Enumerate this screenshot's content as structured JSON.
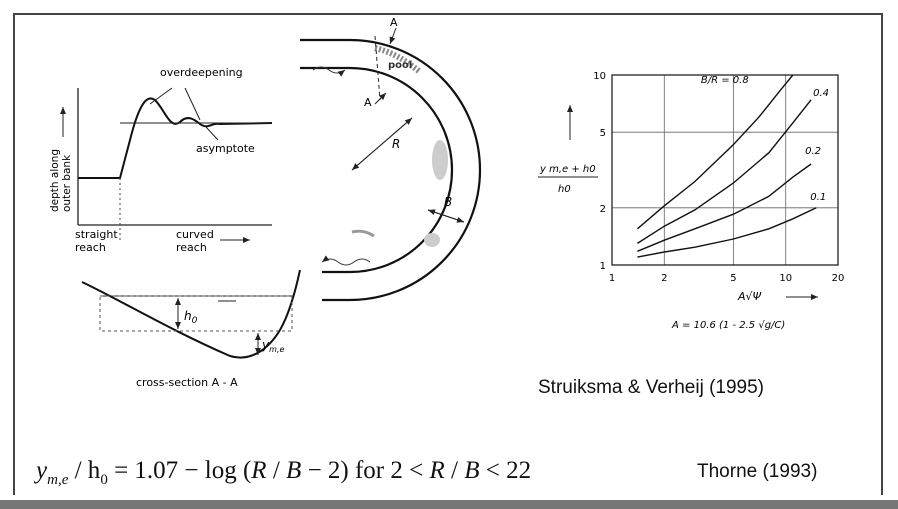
{
  "depth_profile": {
    "y_label_line1": "depth along",
    "y_label_line2": "outer bank",
    "y_arrow": "⟶",
    "overdeepening": "overdeepening",
    "asymptote": "asymptote",
    "straight_reach_line1": "straight",
    "straight_reach_line2": "reach",
    "curved_reach_line1": "curved",
    "curved_reach_line2": "reach"
  },
  "bend_plan": {
    "section_label_top": "A",
    "section_label_mid": "A",
    "pool_label": "pool",
    "radius_label": "R",
    "width_label": "B"
  },
  "cross_section": {
    "depth_label": "h",
    "depth_sub": "0",
    "extra_label": "y",
    "extra_sub": "m,e",
    "caption": "cross-section A - A"
  },
  "chart_data": {
    "type": "line",
    "x_scale": "log",
    "y_scale": "log",
    "xlim": [
      1,
      20
    ],
    "ylim": [
      1,
      10
    ],
    "x_ticks": [
      "1",
      "2",
      "5",
      "10",
      "20"
    ],
    "y_ticks": [
      "1",
      "2",
      "5",
      "10"
    ],
    "xlabel": "A√Ψ",
    "ylabel_numerator": "y m,e + h0",
    "ylabel_denominator": "h0",
    "formula_note": "A = 10.6 (1 - 2.5 √g/C)",
    "grid": true,
    "series": [
      {
        "name": "B/R = 0.8",
        "x": [
          1.4,
          2,
          3,
          5,
          7,
          9.5,
          11
        ],
        "y": [
          1.55,
          2.05,
          2.75,
          4.3,
          6.0,
          8.5,
          10
        ]
      },
      {
        "name": "0.4",
        "x": [
          1.4,
          2,
          3,
          5,
          8,
          11,
          14
        ],
        "y": [
          1.3,
          1.6,
          1.95,
          2.7,
          3.9,
          5.6,
          7.4
        ]
      },
      {
        "name": "0.2",
        "x": [
          1.4,
          2,
          3,
          5,
          8,
          11,
          14
        ],
        "y": [
          1.18,
          1.35,
          1.55,
          1.85,
          2.3,
          2.9,
          3.4
        ]
      },
      {
        "name": "0.1",
        "x": [
          1.4,
          2,
          3,
          5,
          8,
          11,
          15
        ],
        "y": [
          1.1,
          1.17,
          1.24,
          1.37,
          1.55,
          1.75,
          2.0
        ]
      }
    ]
  },
  "credits": {
    "struiksma": "Struiksma & Verheij (1995)",
    "thorne": "Thorne (1993)"
  },
  "formula": {
    "y": "y",
    "y_sub": "m,e",
    "slash_h": " / h",
    "h_sub": "0",
    "rhs": " = 1.07 − log (",
    "r_var": "R",
    "mid": " / ",
    "b_var": "B",
    "tail": " − 2)   for   2 < ",
    "r_var2": "R",
    "mid2": " / ",
    "b_var2": "B",
    "end": " < 22"
  }
}
